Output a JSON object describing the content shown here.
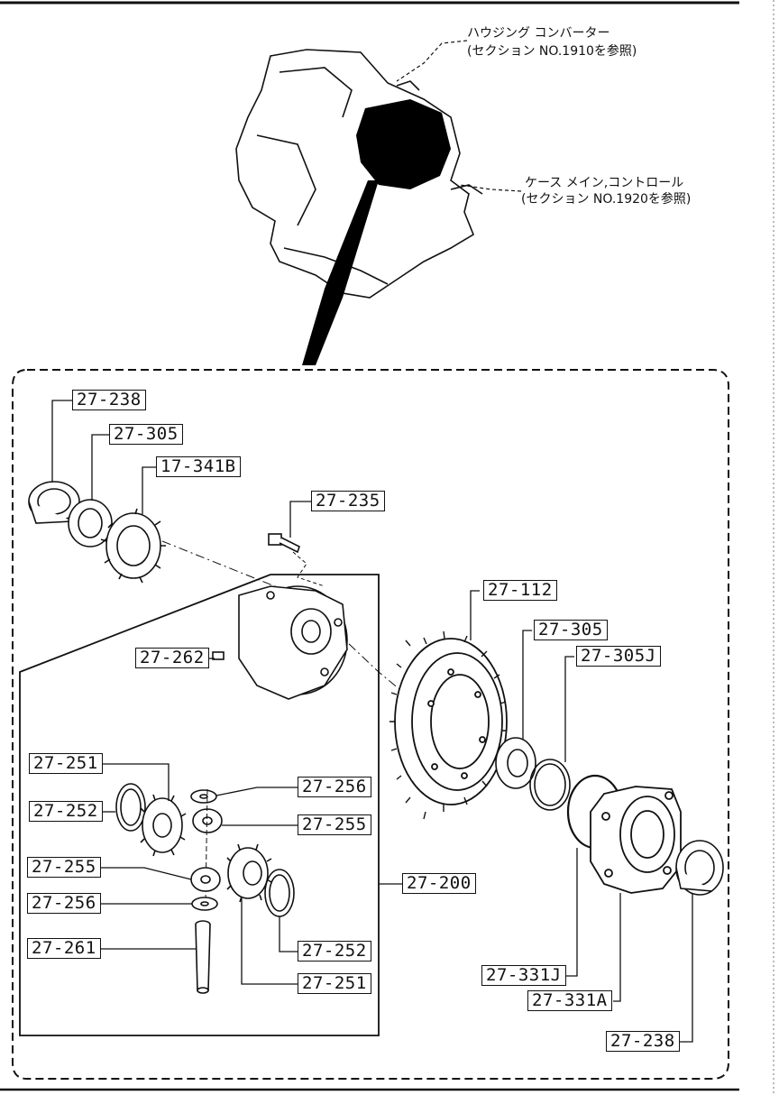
{
  "notes": {
    "converter_line1": "ハウジング コンバーター",
    "converter_line2": "(セクション NO.1910を参照)",
    "case_line1": "ケース メイン,コントロール",
    "case_line2": "(セクション NO.1920を参照)"
  },
  "part_labels": {
    "bearing_cup_top": "27-238",
    "bearing_top": "27-305",
    "speedo_gear": "17-341B",
    "bolt": "27-235",
    "pin": "27-262",
    "ring_gear": "27-112",
    "bearing_right": "27-305",
    "shim_right": "27-305J",
    "side_gear_top": "27-251",
    "washer_top": "27-252",
    "thrust_washer_top": "27-256",
    "pinion_top": "27-255",
    "pinion_bottom": "27-255",
    "thrust_washer_bottom": "27-256",
    "shaft": "27-261",
    "washer_bottom": "27-252",
    "side_gear_bottom": "27-251",
    "diff_assembly": "27-200",
    "o_ring": "27-331J",
    "bearing_housing": "27-331A",
    "bearing_cup_bottom": "27-238"
  }
}
